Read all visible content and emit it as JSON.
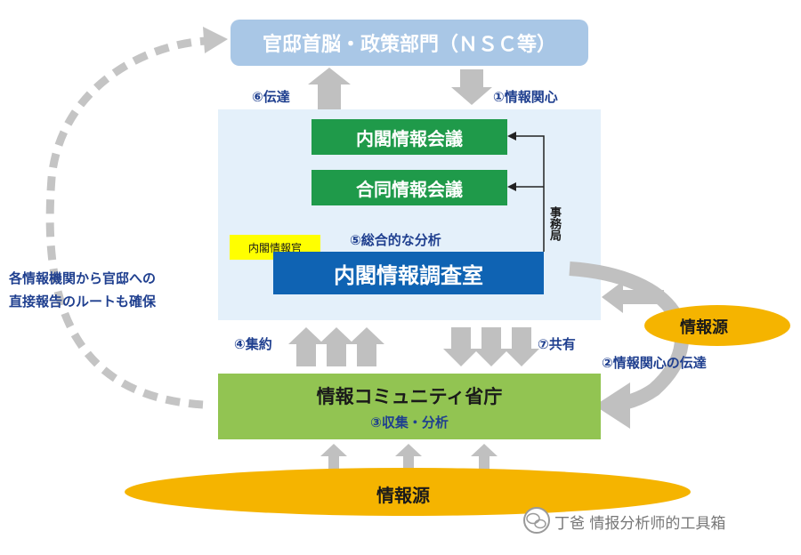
{
  "top_box": {
    "label": "官邸首脳・政策部門（ＮＳＣ等）"
  },
  "flows": {
    "step6": "⑥伝達",
    "step1": "①情報関心",
    "step4": "④集約",
    "step7": "⑦共有",
    "step2": "②情報関心の伝達"
  },
  "center": {
    "cabinet_meeting": "内閣情報会議",
    "joint_meeting": "合同情報会議",
    "analysis": "⑤総合的な分析",
    "officer_tag": "内閣情報官",
    "research_office": "内閣情報調査室",
    "secretariat": "事務局"
  },
  "community": {
    "title": "情報コミュニティ省庁",
    "sub": "③収集・分析"
  },
  "sources": {
    "bottom": "情報源",
    "right": "情報源"
  },
  "side_note": {
    "line1": "各情報機関から官邸への",
    "line2": "直接報告のルートも確保"
  },
  "watermark": {
    "text": "丁爸 情报分析师的工具箱"
  },
  "colors": {
    "top_box": "#a9c7e6",
    "center_panel": "#e4f0fa",
    "green_box": "#1f9a4a",
    "blue_box": "#0f63b3",
    "community_box": "#92c452",
    "source": "#f5b400",
    "officer_tag": "#ffff00",
    "arrow": "#c0c0c0",
    "text": "#1f3f8f"
  }
}
